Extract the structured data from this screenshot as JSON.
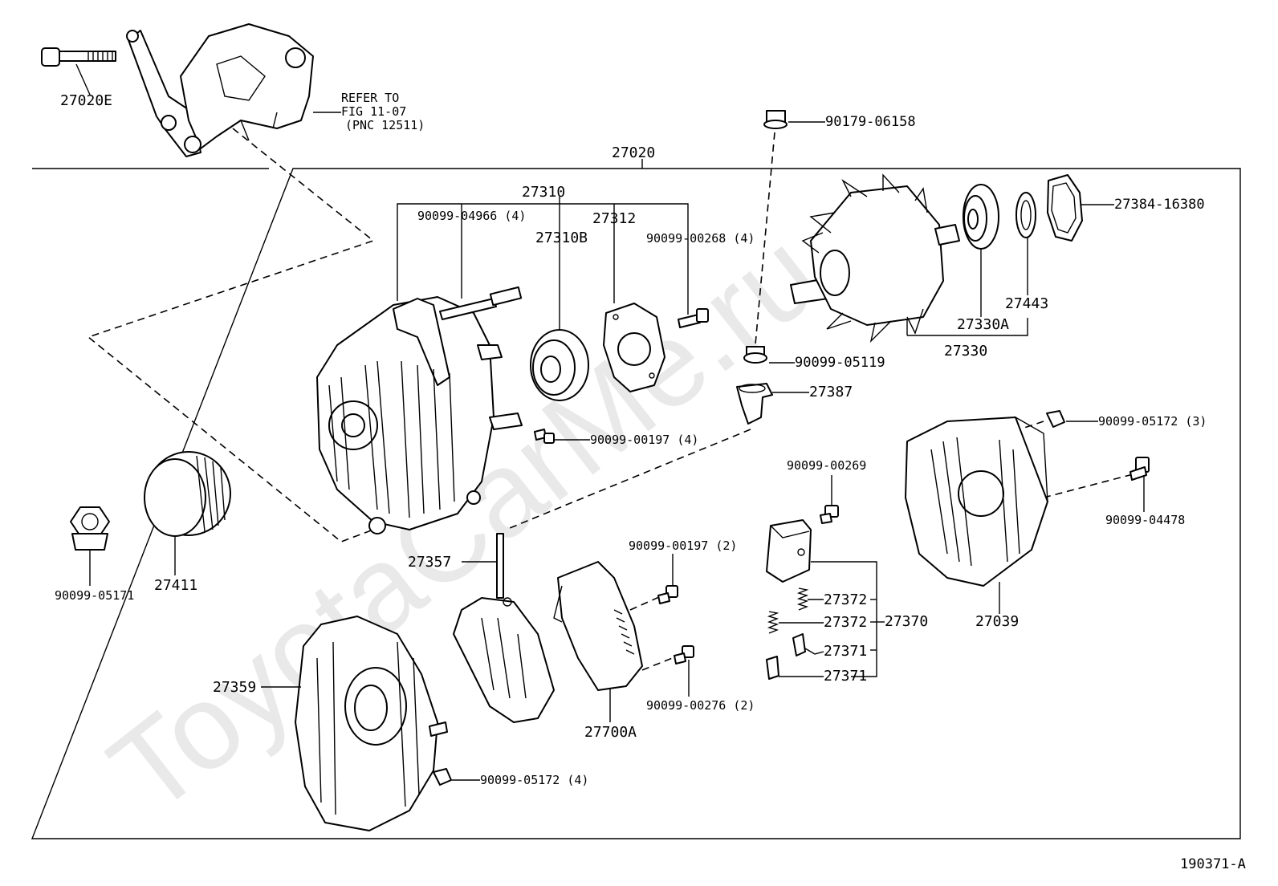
{
  "watermark": "ToyotaCarMe.ru",
  "figure_code": "190371-A",
  "labels": {
    "p27020E": "27020E",
    "refer1": "REFER TO",
    "refer2": "FIG 11-07",
    "refer3": "(PNC 12511)",
    "p27020": "27020",
    "p90179_06158": "90179-06158",
    "p27310": "27310",
    "p90099_04966": "90099-04966 (4)",
    "p27312": "27312",
    "p27310B": "27310B",
    "p90099_00268": "90099-00268 (4)",
    "p27384_16380": "27384-16380",
    "p27443": "27443",
    "p27330A": "27330A",
    "p27330": "27330",
    "p90099_05119": "90099-05119",
    "p27387": "27387",
    "p90099_00197_4": "90099-00197 (4)",
    "p90099_05172_3": "90099-05172 (3)",
    "p90099_00269": "90099-00269",
    "p90099_04478": "90099-04478",
    "p27357": "27357",
    "p90099_00197_2": "90099-00197 (2)",
    "p27372a": "27372",
    "p27372b": "27372",
    "p27370": "27370",
    "p27371a": "27371",
    "p27371b": "27371",
    "p27039": "27039",
    "p90099_05171": "90099-05171",
    "p27411": "27411",
    "p27359": "27359",
    "p90099_00276": "90099-00276 (2)",
    "p27700A": "27700A",
    "p90099_05172_4": "90099-05172 (4)"
  }
}
